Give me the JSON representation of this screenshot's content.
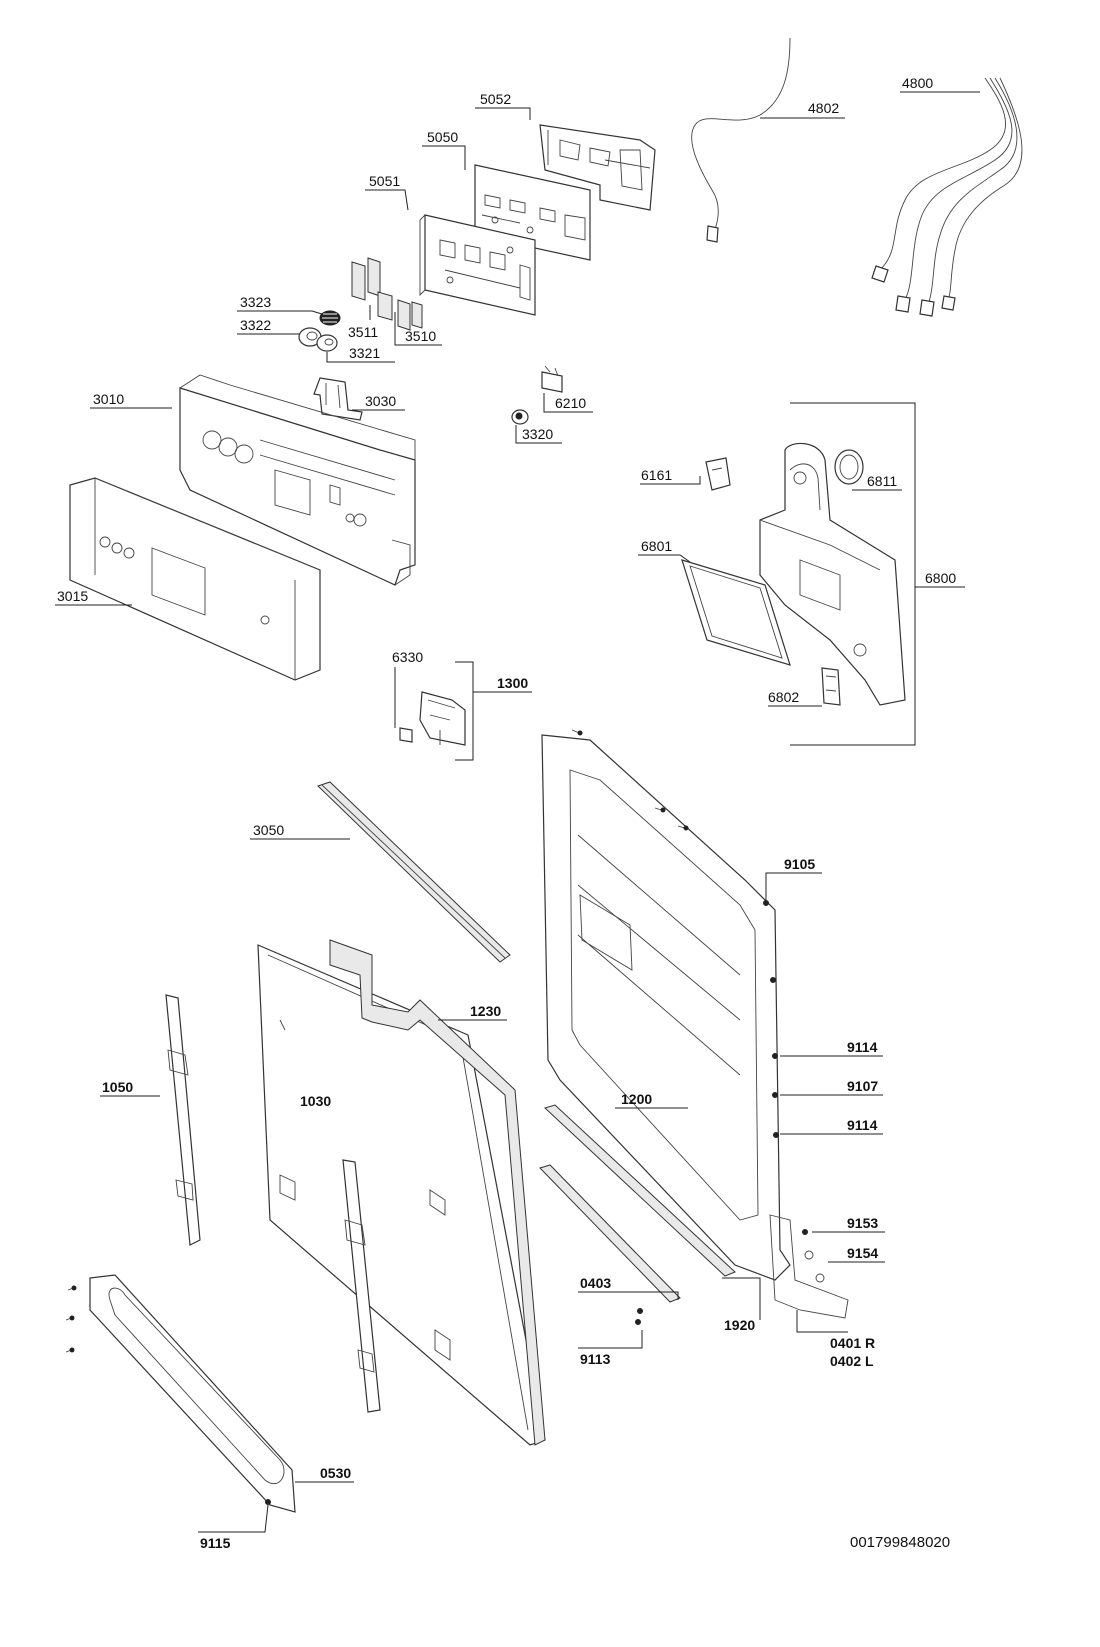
{
  "labels": {
    "l5052": "5052",
    "l5050": "5050",
    "l5051": "5051",
    "l4802": "4802",
    "l4800": "4800",
    "l3323": "3323",
    "l3322": "3322",
    "l3321": "3321",
    "l3511": "3511",
    "l3510": "3510",
    "l3010": "3010",
    "l3030": "3030",
    "l6210": "6210",
    "l3320": "3320",
    "l3015": "3015",
    "l6161": "6161",
    "l6811": "6811",
    "l6801": "6801",
    "l6800": "6800",
    "l6330": "6330",
    "l1300": "1300",
    "l6802": "6802",
    "l3050": "3050",
    "l9105": "9105",
    "l1230": "1230",
    "l1050": "1050",
    "l1030": "1030",
    "l1200": "1200",
    "l9114a": "9114",
    "l9107": "9107",
    "l9114b": "9114",
    "l9153": "9153",
    "l9154": "9154",
    "l0403": "0403",
    "l1920": "1920",
    "l9113": "9113",
    "l0401": "0401 R",
    "l0402": "0402 L",
    "l0530": "0530",
    "l9115": "9115"
  },
  "document_number": "001799848020"
}
